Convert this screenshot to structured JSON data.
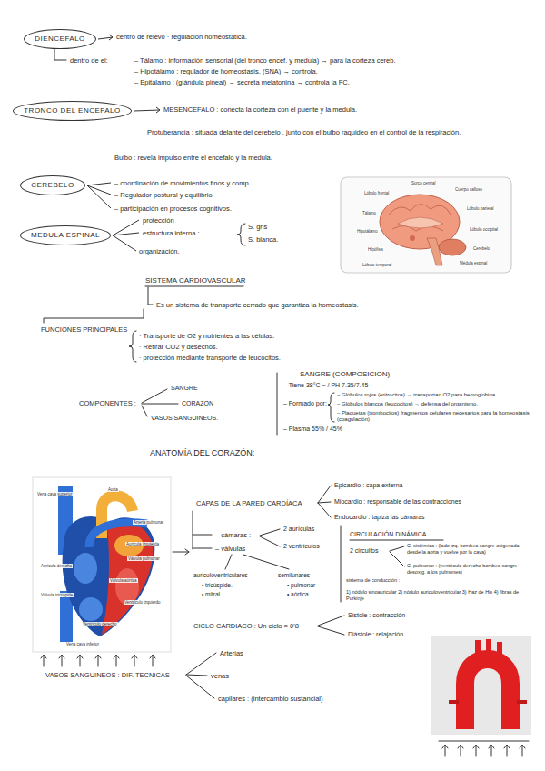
{
  "diagram": {
    "nodes": [
      {
        "text": [
          "DIENCEFALO"
        ]
      },
      {
        "text": [
          "TRONCO DEL ENCEFALO"
        ]
      },
      {
        "text": [
          "CEREBELO"
        ]
      },
      {
        "text": [
          "MEDULA ESPINAL"
        ]
      }
    ],
    "labels": [
      "centro de relevo · regulación homeostática.",
      "dentro de el:",
      "– Tálamo : información sensorial (del tronco encef. y medula) → para la corteza cereb.",
      "– Hipotálamo : regulador de homeostasis. (SNA) → controla.",
      "– Epitálamo : (glándula pineal) → secreta melatonina → controla la FC.",
      "MESENCEFALO : conecta la corteza con el puente y la medula.",
      "Protuberancia : situada delante del cerebelo , junto con el bulbo raquideo en el control de la respiración.",
      "Bulbo : revela impulso entre el encefalo y la medula.",
      "– coordinación de movimientos finos y comp.",
      "– Regulador postural y equilibrio",
      "– participación en procesos cognitivos.",
      "Lóbulo frontal",
      "Surco central",
      "Cuerpo calloso",
      "Lóbulo parietal",
      "Tálamo",
      "Hipotálamo",
      "Lóbulo occipital",
      "Hipófisis",
      "Cerebelo",
      "Médula espinal",
      "Lóbulo temporal",
      "protección",
      "estructura interna :",
      "S. gris",
      "S. blanca.",
      "organización.",
      "SISTEMA CARDIOVASCULAR",
      "Es un sistema de transporte cerrado que garantiza la homeostasis.",
      "FUNCIONES PRINCIPALES",
      "· Transporte de O2 y nutrientes a las células.",
      "· Retirar CO2 y desechos.",
      "· protección mediante transporte de leucocitos.",
      "COMPONENTES :",
      "SANGRE",
      "CORAZON",
      "VASOS SANGUINEOS.",
      "SANGRE (COMPOSICION)",
      "– Tiene 38°C ~ / PH 7.35/7.45",
      "– Formado por:",
      "– Glóbulos rojos (eritrocitos) → transportan O2 para hemoglobina",
      "– Glóbulos blancos (leucocitos) → defensa del organismo.",
      "– Plaquetas (trombocitos) fragmentos celulares necesarios para la homeostasis (coagulación)",
      "– Plasma 55% / 45%",
      "ANATOMÍA DEL CORAZÓN:",
      "Vena cava superior",
      "Aorta",
      "Arteria pulmonar",
      "Aurícula izquierda",
      "Válvula pulmonar",
      "Aurícula derecha",
      "Válvula aórtica",
      "Válvula tricúspide",
      "Ventrículo izquierdo",
      "Ventrículo derecho",
      "Vena cava inferior",
      "CAPAS DE LA PARED CARDÍACA",
      "Epicardio : capa externa",
      "Miocardio : responsable de las contracciones",
      "Endocardio : tapiza las cámaras",
      "– cámaras :",
      "2 aurículas",
      "2 ventrículos",
      "– válvulas",
      "auriculoventriculares",
      "• tricúspide.",
      "• mitral",
      "semilunares",
      "• pulmonar",
      "• aórtica",
      "CIRCULACIÓN DINÁMICA",
      "2 circuitos",
      "C. sistémica : (lado izq. bombea sangre oxigenada desde la aorta y vuelve por la cava)",
      "C. pulmonar : (ventrículo derecho bombea sangre desoxig. a los pulmones)",
      "sistema de conducción :",
      "1) nódulo sinoauricular 2) nódulo auriculoventricular 3) Haz de His 4) fibras de Purkinje",
      "CICLO CARDIACO : Un ciclo = 0'8",
      "Sístole : contracción",
      "Diástole : relajación",
      "VASOS SANGUINEOS : DIF. TECNICAS",
      "Arterias",
      "venas",
      "capilares : (intercambio sustancial)"
    ]
  }
}
